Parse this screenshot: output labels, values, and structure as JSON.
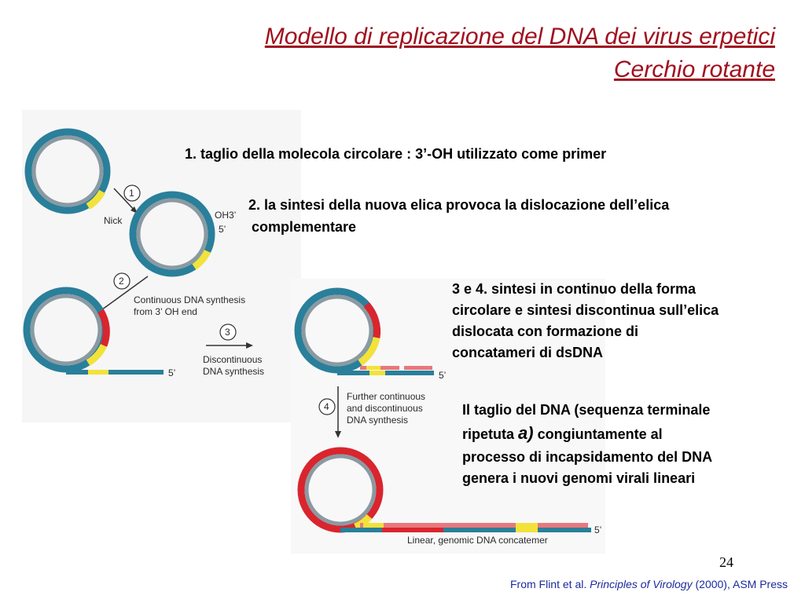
{
  "title": {
    "line1": "Modello di replicazione del DNA dei virus erpetici",
    "line2": "Cerchio rotante"
  },
  "steps": {
    "s1": "1. taglio della molecola circolare : 3’-OH utilizzato come primer",
    "s2a": "2. la sintesi della nuova elica  provoca la dislocazione dell’elica",
    "s2b": "complementare",
    "s34a": "3 e 4.  sintesi in continuo della forma",
    "s34b": "circolare e sintesi discontinua sull’elica",
    "s34c": "dislocata con formazione di",
    "s34d": "concatameri di dsDNA",
    "s5a": "Il taglio del DNA  (sequenza terminale",
    "s5b_pre": "ripetuta ",
    "s5b_a": "a)",
    "s5b_post": " congiuntamente al",
    "s5c": "processo di incapsidamento del DNA",
    "s5d": "genera i nuovi genomi virali lineari"
  },
  "diagram": {
    "nick": "Nick",
    "oh3": "OH3’",
    "five_prime": "5’",
    "n1": "1",
    "n2": "2",
    "n3": "3",
    "n4": "4",
    "continuous1": "Continuous  DNA  synthesis",
    "continuous2": "from  3’  OH  end",
    "discont1": "Discontinuous",
    "discont2": "DNA  synthesis",
    "further1": "Further  continuous",
    "further2": "and  discontinuous",
    "further3": "DNA  synthesis",
    "linear": "Linear,  genomic  DNA  concatemer"
  },
  "page_number": "24",
  "credit": {
    "pre": "From Flint et al. ",
    "book": "Principles of Virology",
    "post": " (2000), ASM Press"
  },
  "colors": {
    "title": "#a0101e",
    "strand_blue": "#2a7f9a",
    "strand_grey": "#8a9aa2",
    "strand_yellow": "#f2e23a",
    "strand_red": "#d9252e",
    "credit": "#1a2b9c"
  }
}
